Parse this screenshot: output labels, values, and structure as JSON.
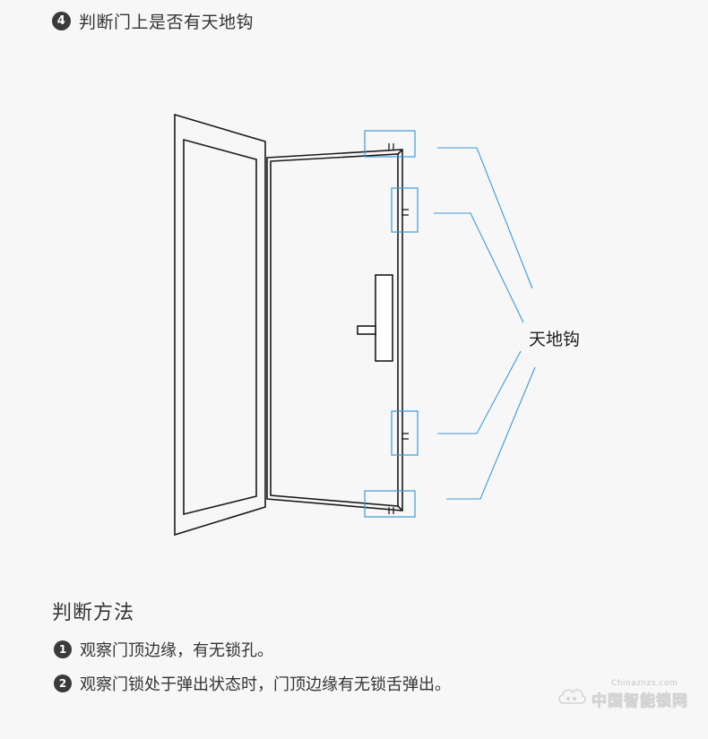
{
  "heading": {
    "number": "4",
    "text": "判断门上是否有天地钩"
  },
  "diagram": {
    "label": "天地钩",
    "callout_color": "#3c9ad6",
    "line_color": "#1a1a1a"
  },
  "method": {
    "title": "判断方法",
    "items": [
      {
        "number": "1",
        "text": "观察门顶边缘，有无锁孔。"
      },
      {
        "number": "2",
        "text": "观察门锁处于弹出状态时，门顶边缘有无锁舌弹出。"
      }
    ]
  },
  "watermark": {
    "domain": "Chinaznzs.com",
    "text": "中国智能锁网"
  }
}
